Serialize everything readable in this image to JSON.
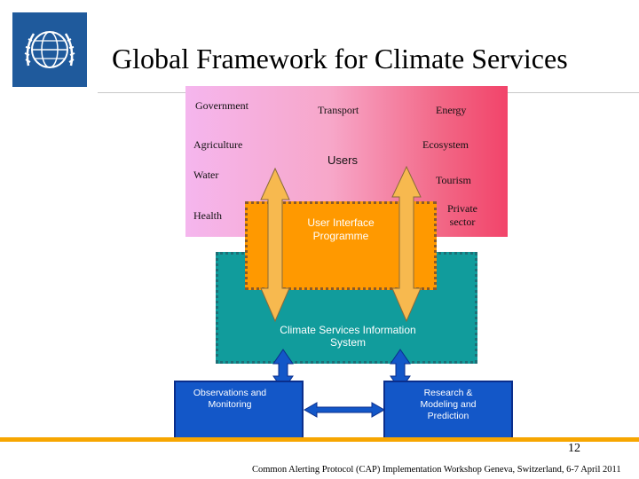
{
  "title": "Global Framework for Climate Services",
  "users_sectors": {
    "government": "Government",
    "transport": "Transport",
    "energy": "Energy",
    "agriculture": "Agriculture",
    "ecosystem": "Ecosystem",
    "users": "Users",
    "water": "Water",
    "tourism": "Tourism",
    "health": "Health",
    "private_sector": "Private sector"
  },
  "user_interface": "User Interface Programme",
  "climate_services": "Climate Services Information System",
  "observations": "Observations and Monitoring",
  "research": "Research & Modeling and Prediction",
  "page_number": "12",
  "footer": "Common Alerting Protocol (CAP) Implementation Workshop Geneva, Switzerland, 6-7 April 2011",
  "colors": {
    "users_gradient": [
      "#f5b6ee",
      "#f2446a"
    ],
    "user_interface": "#ff9900",
    "climate_services": "#119c9c",
    "bottom_boxes": "#1357c8",
    "accent_bar": "#f7a600",
    "logo": "#1f5a9c"
  }
}
